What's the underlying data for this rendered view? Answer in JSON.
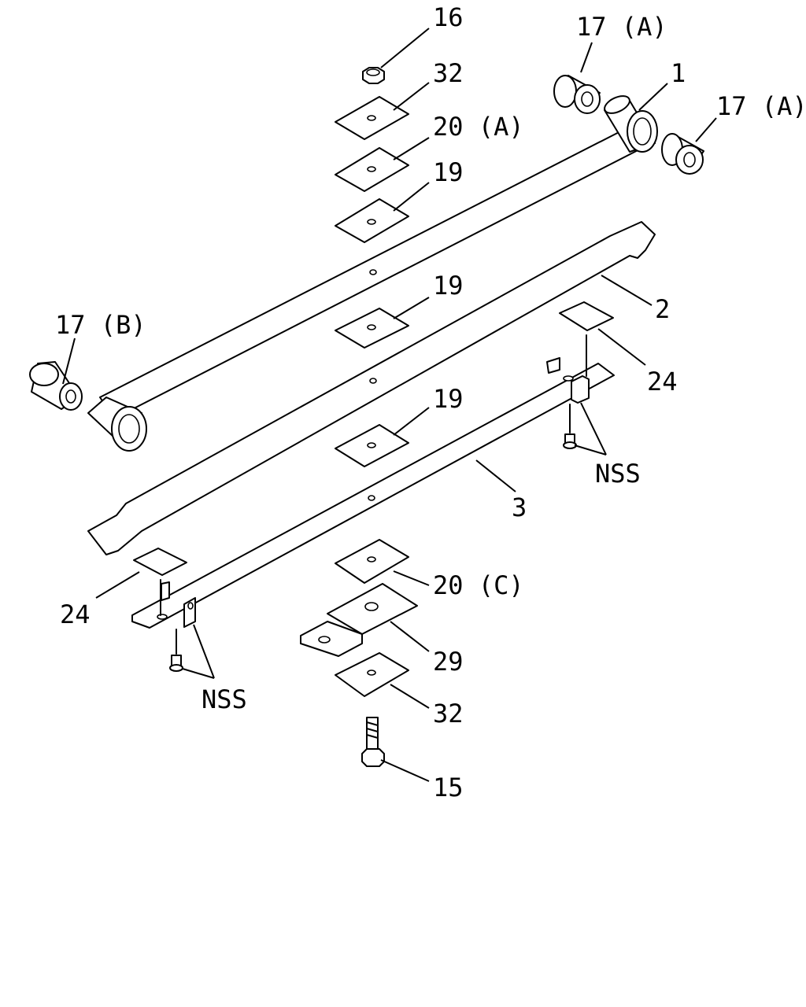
{
  "callouts": {
    "c16": "16",
    "c17a_top": "17 (A)",
    "c32_top": "32",
    "c1": "1",
    "c17a_right": "17 (A)",
    "c20a": "20 (A)",
    "c19_top": "19",
    "c19_mid": "19",
    "c2": "2",
    "c17b": "17 (B)",
    "c24_right": "24",
    "c19_low": "19",
    "c_nss_right": "NSS",
    "c3": "3",
    "c24_left": "24",
    "c20c": "20 (C)",
    "c29": "29",
    "c_nss_left": "NSS",
    "c32_bottom": "32",
    "c15": "15"
  }
}
